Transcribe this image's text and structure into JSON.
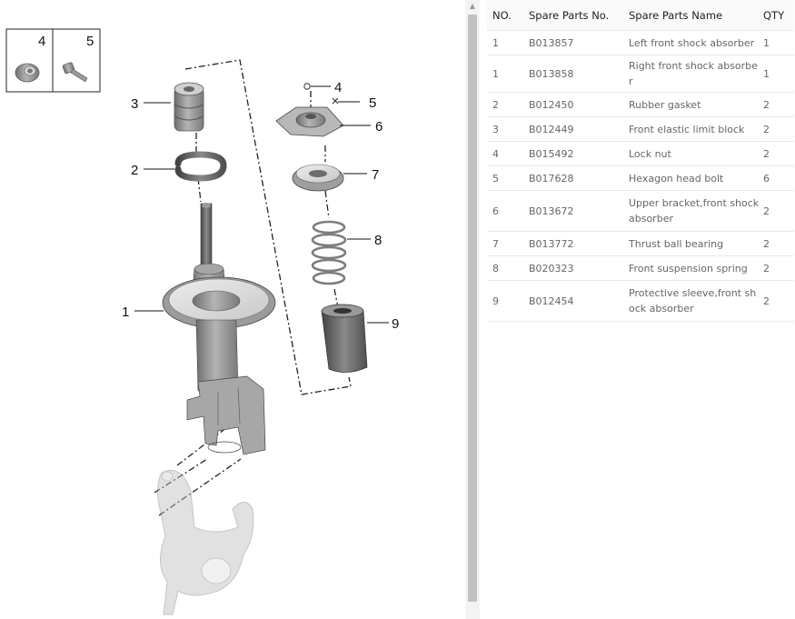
{
  "diagram": {
    "inset_labels": [
      "4",
      "5"
    ],
    "callouts": [
      "1",
      "2",
      "3",
      "4",
      "5",
      "6",
      "7",
      "8",
      "9"
    ],
    "icons": [
      "lock-nut-icon",
      "hexagon-bolt-icon",
      "shock-absorber-strut-illustration",
      "steering-knuckle-illustration"
    ]
  },
  "table": {
    "headers": {
      "no": "NO.",
      "part_no": "Spare Parts No.",
      "name": "Spare Parts Name",
      "qty": "QTY"
    },
    "rows": [
      {
        "no": "1",
        "part_no": "B013857",
        "name": "Left front shock absorber",
        "qty": "1"
      },
      {
        "no": "1",
        "part_no": "B013858",
        "name": "Right front shock absorber",
        "qty": "1"
      },
      {
        "no": "2",
        "part_no": "B012450",
        "name": "Rubber gasket",
        "qty": "2"
      },
      {
        "no": "3",
        "part_no": "B012449",
        "name": "Front elastic limit block",
        "qty": "2"
      },
      {
        "no": "4",
        "part_no": "B015492",
        "name": "Lock nut",
        "qty": "2"
      },
      {
        "no": "5",
        "part_no": "B017628",
        "name": "Hexagon head bolt",
        "qty": "6"
      },
      {
        "no": "6",
        "part_no": "B013672",
        "name": "Upper bracket,front shock absorber",
        "qty": "2"
      },
      {
        "no": "7",
        "part_no": "B013772",
        "name": "Thrust ball bearing",
        "qty": "2"
      },
      {
        "no": "8",
        "part_no": "B020323",
        "name": "Front suspension spring",
        "qty": "2"
      },
      {
        "no": "9",
        "part_no": "B012454",
        "name": "Protective sleeve,front shock absorber",
        "qty": "2"
      }
    ]
  },
  "colors": {
    "part_gray": "#8c8c8c",
    "row_border": "#e9e9e9",
    "scrollbar_thumb": "#c1c1c1"
  }
}
